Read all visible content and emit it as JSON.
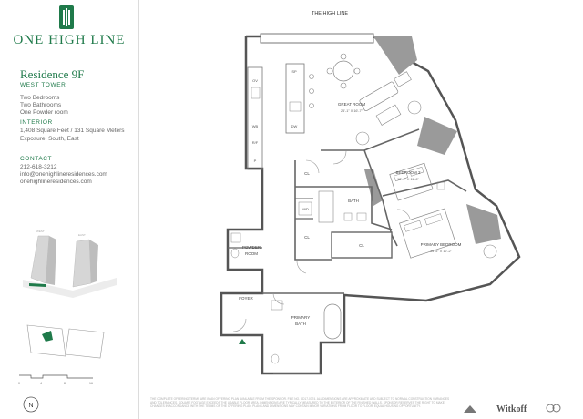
{
  "brand": {
    "name": "ONE HIGH LINE"
  },
  "residence": {
    "title": "Residence 9F",
    "tower": "WEST TOWER",
    "features": [
      "Two Bedrooms",
      "Two Bathrooms",
      "One Powder room"
    ],
    "interior_label": "INTERIOR",
    "size": "1,408 Square Feet / 131 Square Meters",
    "exposure": "Exposure: South, East"
  },
  "contact": {
    "label": "CONTACT",
    "phone": "212-618-3212",
    "email": "info@onehighlineresidences.com",
    "website": "onehighlineresidences.com"
  },
  "plan": {
    "street": "THE HIGH LINE",
    "rooms": {
      "great_room": {
        "name": "GREAT ROOM",
        "dims": "26'-1\" X 16'-7\""
      },
      "bedroom2": {
        "name": "BEDROOM 2",
        "dims": "12'-4\" X 11'-6\""
      },
      "primary_bedroom": {
        "name": "PRIMARY BEDROOM",
        "dims": "15'-5\" X 12'-2\""
      },
      "bath": "BATH",
      "primary_bath_line1": "PRIMARY",
      "primary_bath_line2": "BATH",
      "powder_line1": "POWDER",
      "powder_line2": "ROOM",
      "foyer": "FOYER",
      "closets": [
        "CL",
        "CL",
        "CL"
      ],
      "wd": "W/D"
    },
    "appliances": [
      "OV",
      "WB",
      "R/F",
      "P",
      "SP",
      "DW"
    ]
  },
  "keyplan": {
    "tower_labels": [
      "WEST",
      "EAST"
    ],
    "scale_labels": [
      "0",
      "4",
      "8",
      "16"
    ],
    "north": "N"
  },
  "footer": {
    "disclaimer": "THE COMPLETE OFFERING TERMS ARE IN AN OFFERING PLAN AVAILABLE FROM THE SPONSOR. FILE NO. CD17-0374. ALL DIMENSIONS ARE APPROXIMATE AND SUBJECT TO NORMAL CONSTRUCTION VARIANCES AND TOLERANCES. SQUARE FOOTAGE EXCEEDS THE USABLE FLOOR AREA. DIMENSIONS ARE TYPICALLY MEASURED TO THE EXTERIOR OF THE FINISHED WALLS. SPONSOR RESERVES THE RIGHT TO MAKE CHANGES IN ACCORDANCE WITH THE TERMS OF THE OFFERING PLAN. PLANS AND DIMENSIONS MAY CONTAIN MINOR VARIATIONS FROM FLOOR TO FLOOR. EQUAL HOUSING OPPORTUNITY.",
    "developers": [
      "Witkoff"
    ]
  }
}
